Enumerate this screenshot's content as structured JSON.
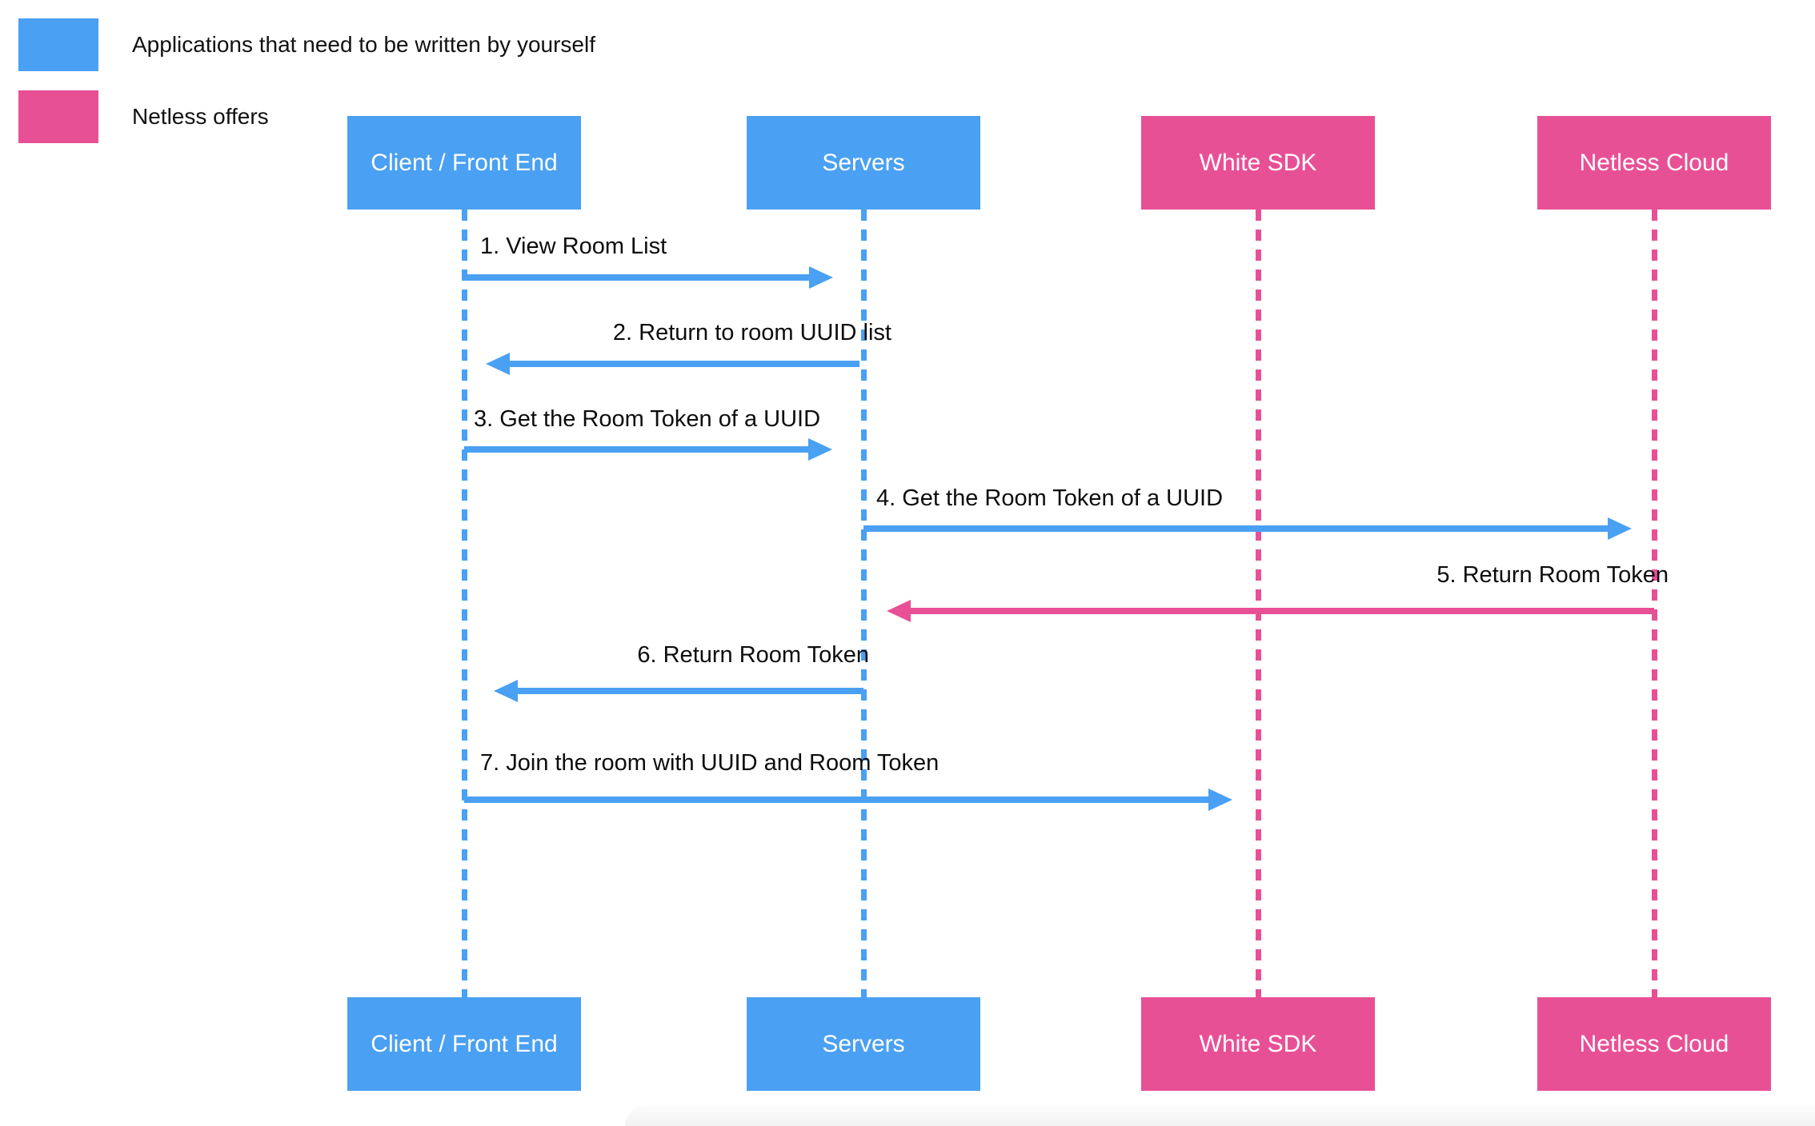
{
  "colors": {
    "self_blue": "#4AA0F2",
    "netless_pink": "#E85096",
    "text": "#111111",
    "background": "#FFFFFF"
  },
  "legend": {
    "items": [
      {
        "label": "Applications that need to be written by yourself",
        "color": "#4AA0F2",
        "swatch": "blue-square"
      },
      {
        "label": "Netless offers",
        "color": "#E85096",
        "swatch": "pink-square"
      }
    ]
  },
  "actors": [
    {
      "name": "Client / Front End",
      "category": "self",
      "color": "#4AA0F2"
    },
    {
      "name": "Servers",
      "category": "self",
      "color": "#4AA0F2"
    },
    {
      "name": "White SDK",
      "category": "netless",
      "color": "#E85096"
    },
    {
      "name": "Netless Cloud",
      "category": "netless",
      "color": "#E85096"
    }
  ],
  "messages": [
    {
      "label": "1. View Room List",
      "from": "Client / Front End",
      "to": "Servers",
      "direction": "right",
      "color": "#4AA0F2"
    },
    {
      "label": "2. Return to room UUID list",
      "from": "Servers",
      "to": "Client / Front End",
      "direction": "left",
      "color": "#4AA0F2"
    },
    {
      "label": "3. Get the Room Token of a UUID",
      "from": "Client / Front End",
      "to": "Servers",
      "direction": "right",
      "color": "#4AA0F2"
    },
    {
      "label": "4. Get the Room Token of a UUID",
      "from": "Servers",
      "to": "Netless Cloud",
      "direction": "right",
      "color": "#4AA0F2"
    },
    {
      "label": "5. Return Room Token",
      "from": "Netless Cloud",
      "to": "Servers",
      "direction": "left",
      "color": "#E85096"
    },
    {
      "label": "6. Return Room Token",
      "from": "Servers",
      "to": "Client / Front End",
      "direction": "left",
      "color": "#4AA0F2"
    },
    {
      "label": "7. Join the room with UUID and Room Token",
      "from": "Client / Front End",
      "to": "White SDK",
      "direction": "right",
      "color": "#4AA0F2"
    }
  ]
}
